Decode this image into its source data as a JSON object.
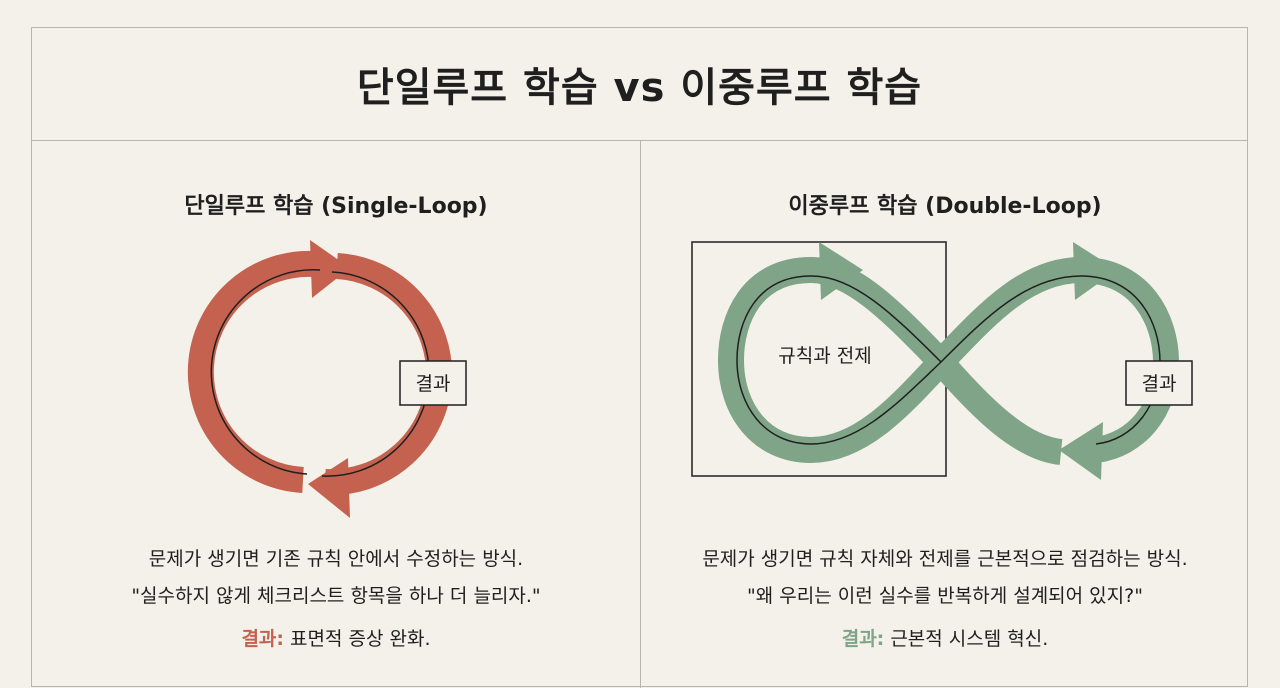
{
  "title": "단일루프 학습 vs 이중루프 학습",
  "single": {
    "heading": "단일루프 학습 (Single-Loop)",
    "box_label": "결과",
    "desc_line1": "문제가 생기면 기존 규칙 안에서 수정하는 방식.",
    "desc_line2": "\"실수하지 않게 체크리스트 항목을 하나 더 늘리자.\"",
    "result_label": "결과:",
    "result_text": " 표면적 증상 완화.",
    "color": "#c5624f"
  },
  "double": {
    "heading": "이중루프 학습 (Double-Loop)",
    "rule_label": "규칙과 전제",
    "box_label": "결과",
    "desc_line1": "문제가 생기면 규칙 자체와 전제를 근본적으로 점검하는 방식.",
    "desc_line2": "\"왜 우리는 이런 실수를 반복하게 설계되어 있지?\"",
    "result_label": "결과:",
    "result_text": " 근본적 시스템 혁신.",
    "color": "#7fa487"
  }
}
